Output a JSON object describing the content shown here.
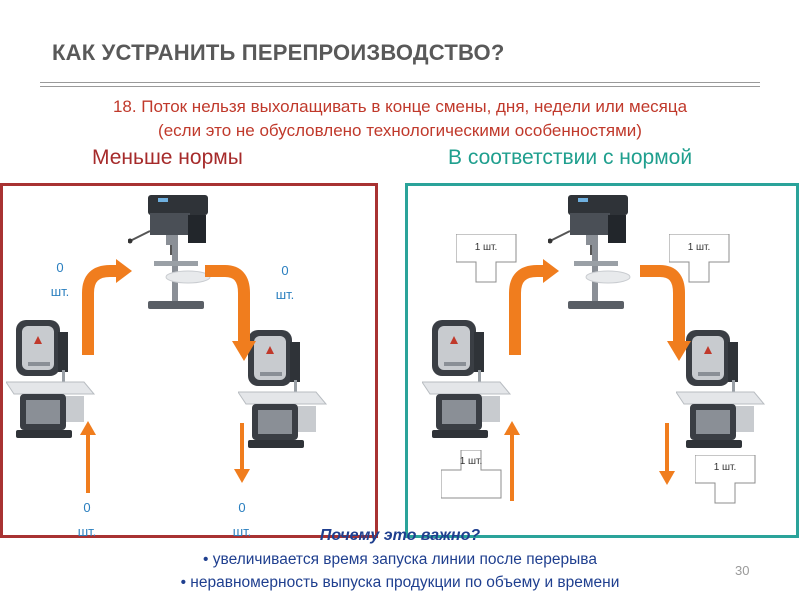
{
  "title": "КАК УСТРАНИТЬ ПЕРЕПРОИЗВОДСТВО?",
  "subtitle_line1": "18. Поток нельзя выхолащивать в конце смены, дня, недели или месяца",
  "subtitle_line2": "(если это не обусловлено технологическими особенностями)",
  "left_heading": "Меньше нормы",
  "right_heading": "В соответствии с нормой",
  "left_quantities": {
    "top_left_num": "0",
    "top_left_unit": "шт.",
    "top_right_num": "0",
    "top_right_unit": "шт.",
    "bottom_left_num": "0",
    "bottom_left_unit": "шт.",
    "bottom_right_num": "0",
    "bottom_right_unit": "шт."
  },
  "right_kanbans": {
    "top_left": "1 шт.",
    "top_right": "1 шт.",
    "bottom_left": "1 шт.",
    "bottom_right": "1 шт."
  },
  "why_heading": "Почему это важно?",
  "bullets": [
    "• увеличивается время запуска линии после перерыва",
    "• неравномерность выпуска продукции по объему и времени"
  ],
  "page_number": "30",
  "colors": {
    "arrow": "#f07d1e",
    "left_border": "#a83232",
    "right_border": "#2aa39a",
    "subtitle": "#c0392b"
  }
}
